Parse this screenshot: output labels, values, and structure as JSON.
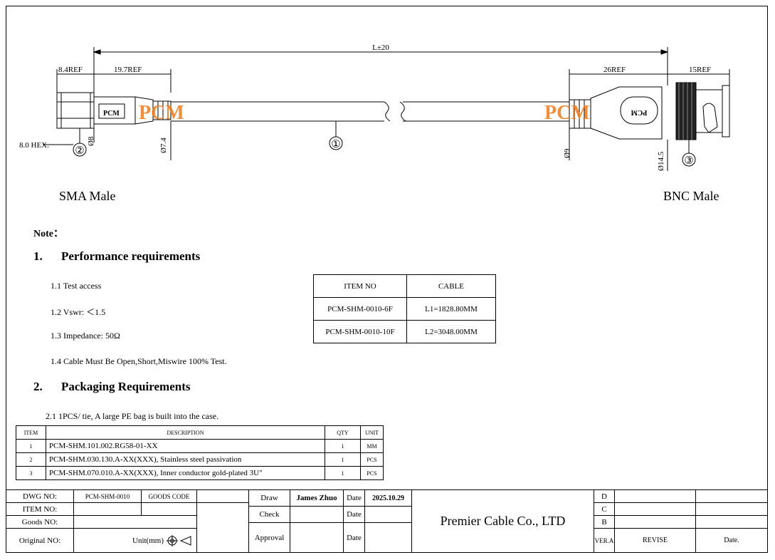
{
  "drawing": {
    "overall_length": "L±20",
    "dims": {
      "sma_ref": "8.4REF",
      "sma_body_ref": "19.7REF",
      "hex": "8.0 HEX.",
      "dia8": "Ø8",
      "dia74": "Ø7.4",
      "bnc_body_ref": "26REF",
      "bnc_ref": "15REF",
      "dia9": "Ø9",
      "dia145": "Ø14.5"
    },
    "balloons": [
      "①",
      "②",
      "③"
    ],
    "left_connector": "SMA Male",
    "right_connector": "BNC Male",
    "logo": "PCM",
    "connector_stamp": "PCM"
  },
  "notes": {
    "heading": "Note：",
    "sec1_num": "1.",
    "sec1_title": "Performance requirements",
    "sec1_items": [
      "1.1 Test access",
      "1.2 Vswr: ＜1.5",
      "1.3 Impedance: 50Ω",
      "1.4 Cable Must Be Open,Short,Miswire 100% Test."
    ],
    "sec2_num": "2.",
    "sec2_title": "Packaging Requirements",
    "sec2_items": [
      "2.1 1PCS/ tie, A large PE bag is built into the case."
    ]
  },
  "item_table": {
    "headers": [
      "ITEM NO",
      "CABLE"
    ],
    "rows": [
      [
        "PCM-SHM-0010-6F",
        "L1=1828.80MM"
      ],
      [
        "PCM-SHM-0010-10F",
        "L2=3048.00MM"
      ]
    ]
  },
  "bom": {
    "headers": [
      "ITEM",
      "DESCRIPTION",
      "QTY",
      "UNIT"
    ],
    "rows": [
      [
        "1",
        "PCM-SHM.101.002.RG58-01-XX",
        "1",
        "MM"
      ],
      [
        "2",
        "PCM-SHM.030.130.A-XX(XXX), Stainless steel passivation",
        "1",
        "PCS"
      ],
      [
        "3",
        "PCM-SHM.070.010.A-XX(XXX), Inner conductor gold-plated 3U\"",
        "1",
        "PCS"
      ]
    ]
  },
  "title_block": {
    "dwg_no_label": "DWG NO:",
    "dwg_no": "PCM-SHM-0010",
    "goods_code_label": "GOODS CODE",
    "item_no_label": "ITEM NO:",
    "goods_no_label": "Goods NO:",
    "original_no_label": "Original NO:",
    "unit": "Unit(mm)",
    "draw_label": "Draw",
    "drawer": "James Zhuo",
    "date_label": "Date",
    "draw_date": "2025.10.29",
    "check_label": "Check",
    "approval_label": "Approval",
    "company": "Premier Cable Co., LTD",
    "revisions": [
      "D",
      "C",
      "B"
    ],
    "ver_label": "VER.A",
    "revise_label": "REVISE",
    "date_col_label": "Date."
  }
}
